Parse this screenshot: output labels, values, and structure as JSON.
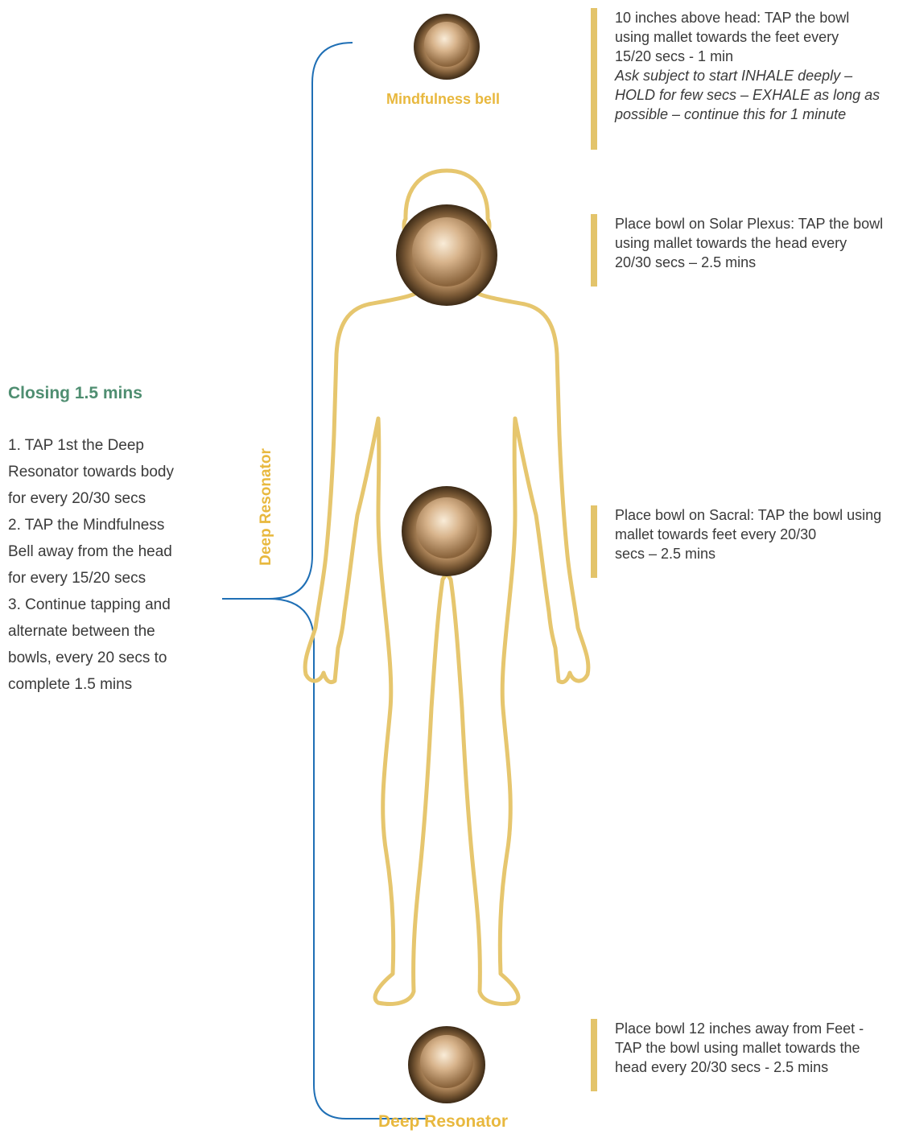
{
  "left_panel": {
    "title": "Closing 1.5 mins",
    "steps": [
      "1. TAP 1st the Deep",
      "Resonator towards body",
      "for every 20/30 secs",
      "2. TAP the Mindfulness",
      "Bell away from the head",
      "for every 15/20 secs",
      "3. Continue tapping and",
      "alternate between the",
      "bowls, every 20 secs to",
      "complete 1.5 mins"
    ]
  },
  "labels": {
    "mindfulness_bell": "Mindfulness bell",
    "deep_resonator_bottom": "Deep Resonator",
    "deep_resonator_vertical": "Deep Resonator"
  },
  "notes": {
    "head": {
      "lines": [
        "10 inches above head: TAP the bowl",
        "using mallet towards the feet every",
        "15/20 secs - 1 min"
      ],
      "italic_lines": [
        "Ask subject to start INHALE deeply –",
        "HOLD for few secs – EXHALE as long as",
        "possible – continue this for 1 minute"
      ]
    },
    "solar_plexus": {
      "lines": [
        "Place bowl on Solar Plexus: TAP the bowl",
        "using mallet towards the head every",
        "20/30 secs – 2.5 mins"
      ]
    },
    "sacral": {
      "lines": [
        "Place bowl on Sacral: TAP the bowl using",
        "mallet towards feet every 20/30",
        "secs – 2.5 mins"
      ]
    },
    "feet": {
      "lines": [
        "Place bowl 12 inches away from Feet -",
        "TAP the bowl using mallet towards the",
        "head every 20/30 secs - 2.5 mins"
      ]
    }
  },
  "colors": {
    "accent_gold": "#e3c46b",
    "label_gold": "#e8b83e",
    "title_green": "#4f8e71",
    "bracket_blue": "#1f6fb5",
    "body_outline": "#e6c66e"
  }
}
